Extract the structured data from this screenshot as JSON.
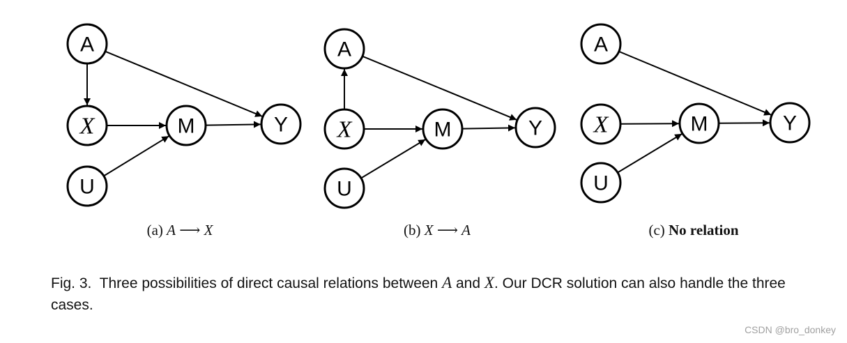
{
  "panels": [
    {
      "caption": {
        "label": "(a)",
        "from": "A",
        "arrow": "⟶",
        "to": "X",
        "bold_text": ""
      },
      "nodes": [
        {
          "id": "A",
          "label": "A",
          "italic": false
        },
        {
          "id": "X",
          "label": "X",
          "italic": true
        },
        {
          "id": "M",
          "label": "M",
          "italic": false
        },
        {
          "id": "U",
          "label": "U",
          "italic": false
        },
        {
          "id": "Y",
          "label": "Y",
          "italic": false
        }
      ],
      "edges": [
        {
          "from": "A",
          "to": "X"
        },
        {
          "from": "A",
          "to": "Y"
        },
        {
          "from": "X",
          "to": "M"
        },
        {
          "from": "U",
          "to": "M"
        },
        {
          "from": "M",
          "to": "Y"
        }
      ]
    },
    {
      "caption": {
        "label": "(b)",
        "from": "X",
        "arrow": "⟶",
        "to": "A",
        "bold_text": ""
      },
      "nodes": [
        {
          "id": "A",
          "label": "A",
          "italic": false
        },
        {
          "id": "X",
          "label": "X",
          "italic": true
        },
        {
          "id": "M",
          "label": "M",
          "italic": false
        },
        {
          "id": "U",
          "label": "U",
          "italic": false
        },
        {
          "id": "Y",
          "label": "Y",
          "italic": false
        }
      ],
      "edges": [
        {
          "from": "X",
          "to": "A"
        },
        {
          "from": "A",
          "to": "Y"
        },
        {
          "from": "X",
          "to": "M"
        },
        {
          "from": "U",
          "to": "M"
        },
        {
          "from": "M",
          "to": "Y"
        }
      ]
    },
    {
      "caption": {
        "label": "(c)",
        "from": "",
        "arrow": "",
        "to": "",
        "bold_text": "No relation"
      },
      "nodes": [
        {
          "id": "A",
          "label": "A",
          "italic": false
        },
        {
          "id": "X",
          "label": "X",
          "italic": true
        },
        {
          "id": "M",
          "label": "M",
          "italic": false
        },
        {
          "id": "U",
          "label": "U",
          "italic": false
        },
        {
          "id": "Y",
          "label": "Y",
          "italic": false
        }
      ],
      "edges": [
        {
          "from": "A",
          "to": "Y"
        },
        {
          "from": "X",
          "to": "M"
        },
        {
          "from": "U",
          "to": "M"
        },
        {
          "from": "M",
          "to": "Y"
        }
      ]
    }
  ],
  "figure_caption": {
    "fig_label": "Fig. 3.",
    "text_1": "Three possibilities of direct causal relations between",
    "var_1": "A",
    "text_2": "and",
    "var_2": "X",
    "text_3": ". Our DCR solution can also handle the three cases."
  },
  "watermark": "CSDN @bro_donkey"
}
